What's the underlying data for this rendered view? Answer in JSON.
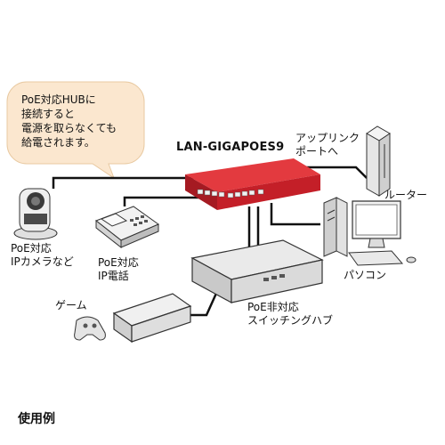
{
  "bubble": {
    "lines": [
      "PoE対応HUBに",
      "接続すると",
      "電源を取らなくても",
      "給電されます。"
    ]
  },
  "product_name": "LAN-GIGAPOES9",
  "labels": {
    "uplink": [
      "アップリンク",
      "ポートへ"
    ],
    "router": "ルーター",
    "pc": "パソコン",
    "ip_camera": [
      "PoE対応",
      "IPカメラなど"
    ],
    "ip_phone": [
      "PoE対応",
      "IP電話"
    ],
    "game": "ゲーム",
    "non_poe_hub": [
      "PoE非対応",
      "スイッチングハブ"
    ]
  },
  "caption": "使用例",
  "colors": {
    "hub_red": "#d4202a",
    "bubble_fill": "#fbe7cf",
    "device_gray": "#d9d9d9",
    "line": "#111111"
  }
}
